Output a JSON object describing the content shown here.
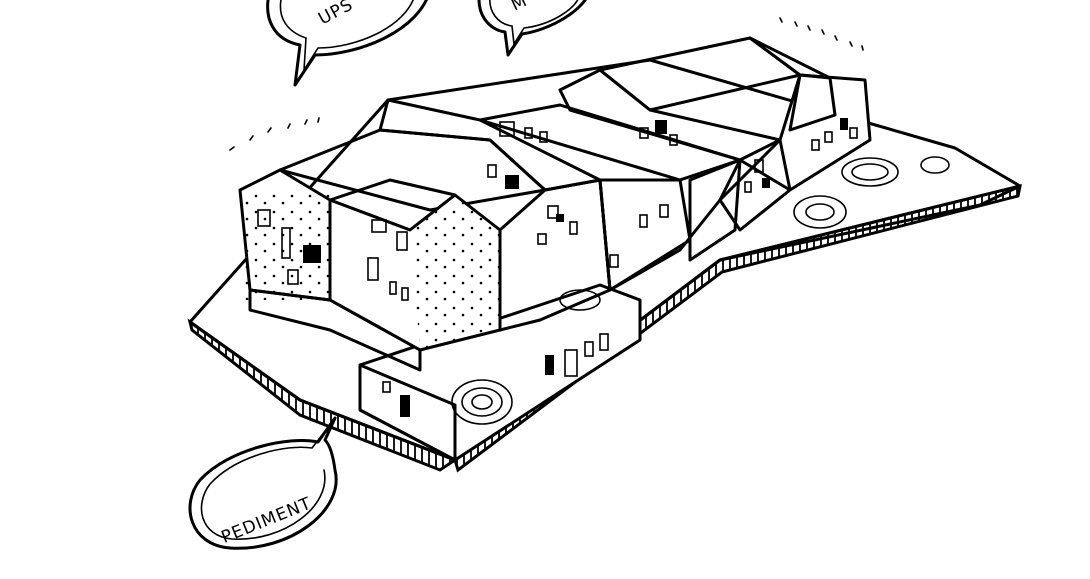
{
  "bubbles": {
    "upper_left": "UPS",
    "upper_middle": "M",
    "lower_left": "PEDIMENT"
  },
  "colors": {
    "ink": "#000000",
    "paper": "#ffffff"
  }
}
